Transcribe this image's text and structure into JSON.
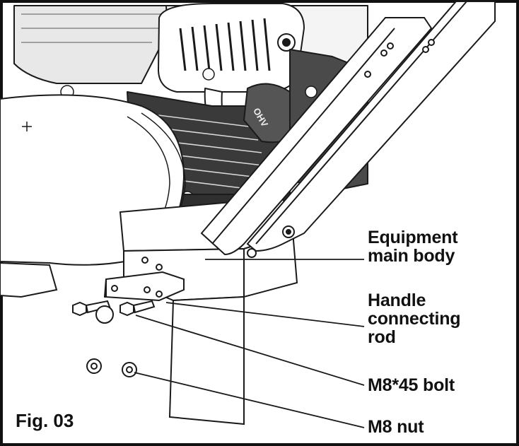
{
  "figure": {
    "label": "Fig. 03",
    "engine_badge": "OHV"
  },
  "callouts": [
    {
      "id": "equipment-main-body",
      "lines": [
        "Equipment",
        "main body"
      ]
    },
    {
      "id": "handle-connecting-rod",
      "lines": [
        "Handle",
        "connecting",
        "rod"
      ]
    },
    {
      "id": "bolt",
      "lines": [
        "M8*45 bolt"
      ]
    },
    {
      "id": "nut",
      "lines": [
        "M8 nut"
      ]
    }
  ],
  "colors": {
    "frame": "#111111",
    "line": "#1a1a1a",
    "engine_dark": "#2b2b2b",
    "engine_mid": "#4a4a4a",
    "body_fill": "#ffffff"
  }
}
